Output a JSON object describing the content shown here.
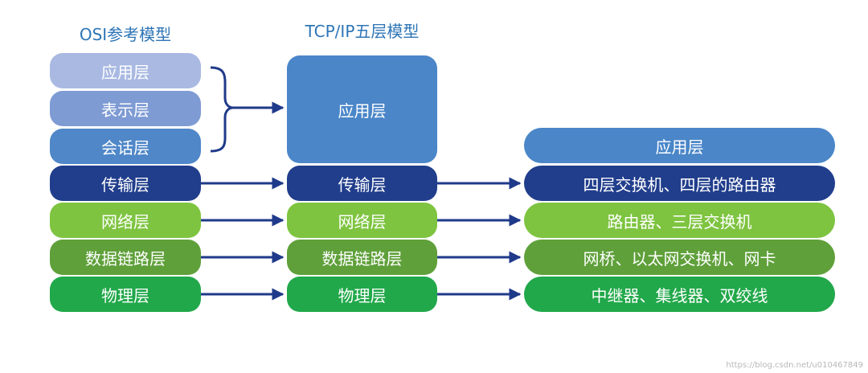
{
  "headers": {
    "osi": "OSI参考模型",
    "tcpip": "TCP/IP五层模型"
  },
  "osi_layers": [
    "应用层",
    "表示层",
    "会话层",
    "传输层",
    "网络层",
    "数据链路层",
    "物理层"
  ],
  "tcpip_layers": [
    "应用层",
    "传输层",
    "网络层",
    "数据链路层",
    "物理层"
  ],
  "devices": [
    "应用层",
    "四层交换机、四层的路由器",
    "路由器、三层交换机",
    "网桥、以太网交换机、网卡",
    "中继器、集线器、双绞线"
  ],
  "colors": {
    "application_osi": "#a9b9e2",
    "presentation_osi": "#7f9bd4",
    "session_osi": "#4f87c8",
    "application_tcp": "#4a86c8",
    "transport": "#213e8c",
    "network": "#7ec440",
    "datalink": "#5fa03a",
    "physical": "#21a84a",
    "arrow": "#1f3a8a",
    "header": "#2e75b6"
  },
  "watermark": "https://blog.csdn.net/u010467849"
}
